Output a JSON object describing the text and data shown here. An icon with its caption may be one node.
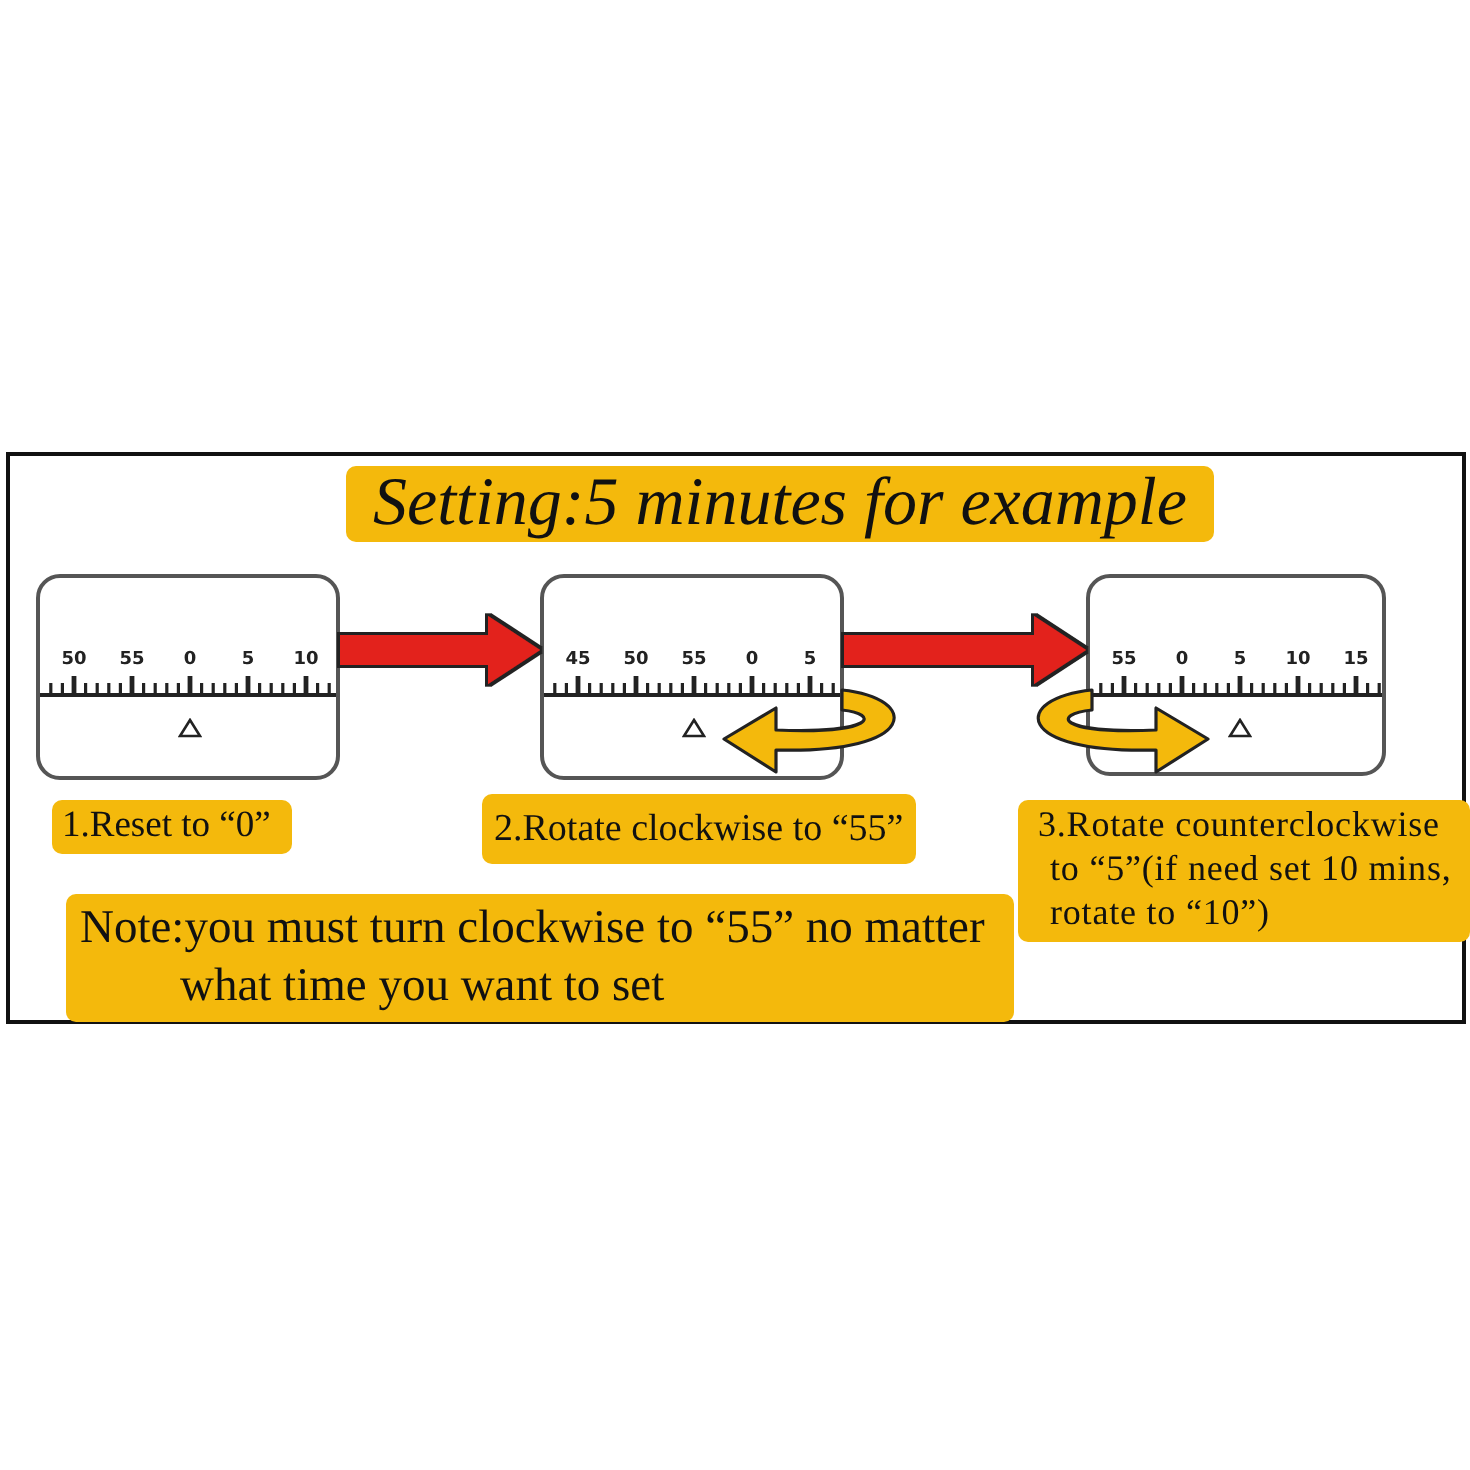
{
  "diagram": {
    "title": "Setting:5 minutes for example",
    "nodes": [
      {
        "text": [
          "50",
          "55",
          "0",
          "5",
          "10"
        ]
      },
      {
        "text": [
          "45",
          "50",
          "55",
          "0",
          "5"
        ]
      },
      {
        "text": [
          "55",
          "0",
          "5",
          "10",
          "15"
        ]
      },
      {
        "text": [
          "1.Reset to “0”"
        ]
      },
      {
        "text": [
          "2.Rotate clockwise to “55”"
        ]
      },
      {
        "text": [
          "3.Rotate counterclockwise to “5”(if need set 10 mins, rotate to “10”)"
        ]
      },
      {
        "text": [
          "Note:you must turn clockwise to “55” no matter what time you want to set"
        ]
      }
    ],
    "edges": [
      {
        "from": 0,
        "to": 1,
        "arrow": "to"
      },
      {
        "from": 1,
        "to": 2,
        "arrow": "to"
      }
    ]
  }
}
